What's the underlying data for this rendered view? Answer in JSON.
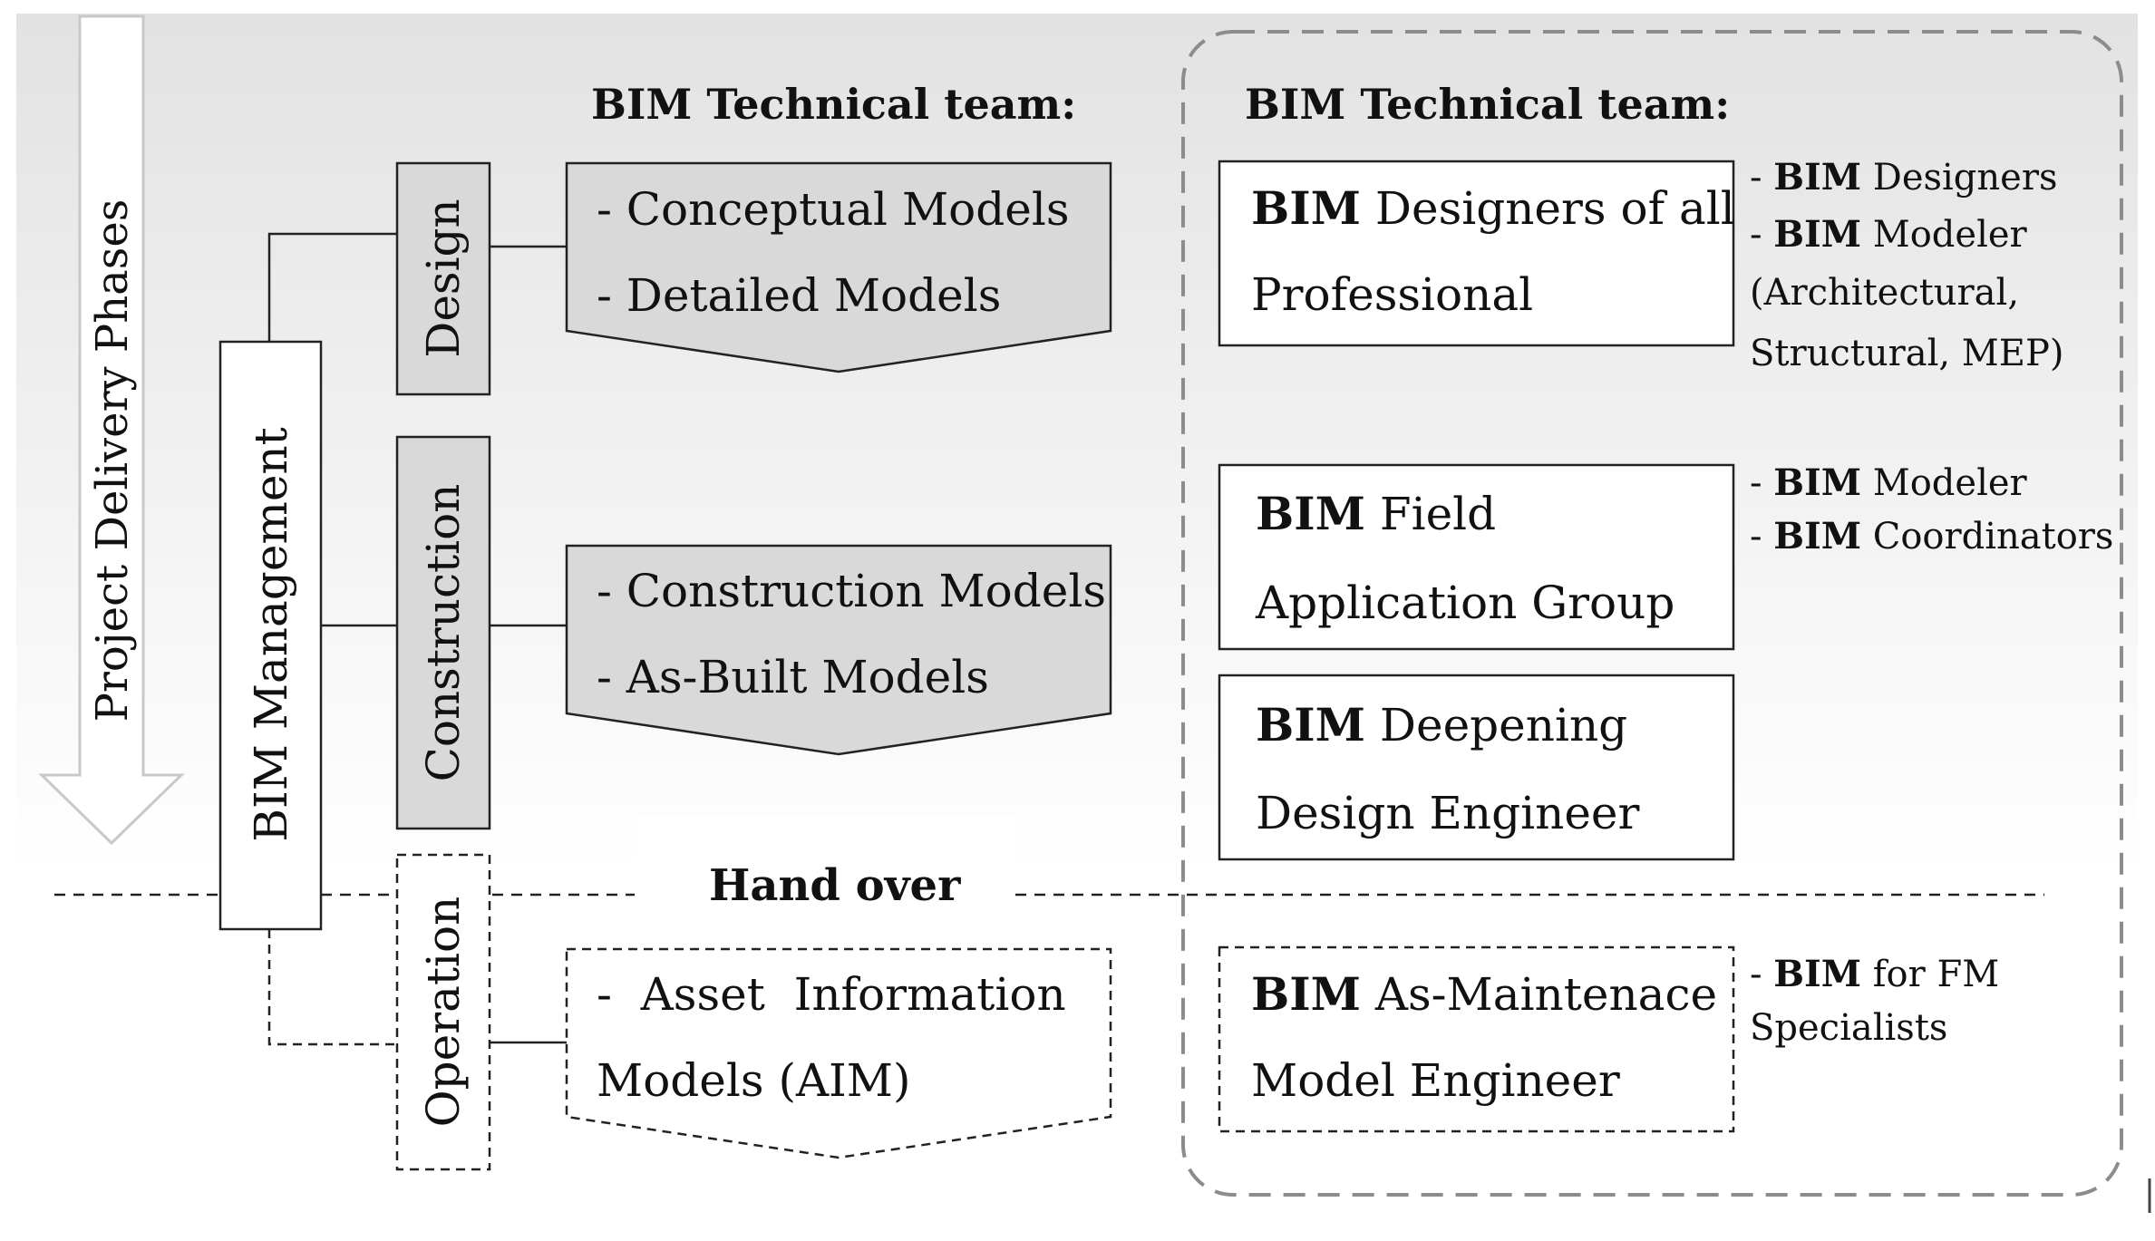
{
  "phases_label": "Project Delivery Phases",
  "management_label": "BIM Management",
  "phases": {
    "design": "Design",
    "construction": "Construction",
    "operation": "Operation"
  },
  "left_header": "BIM Technical team:",
  "right_header": "BIM Technical team:",
  "models": {
    "design": [
      "- Conceptual Models",
      "- Detailed Models"
    ],
    "construction": [
      "- Construction Models",
      "- As-Built Models"
    ],
    "operation": [
      "-  Asset  Information",
      "Models (AIM)"
    ]
  },
  "handover": "Hand over",
  "teams": [
    {
      "bold": "BIM",
      "rest": " Designers of all",
      "line2": "Professional"
    },
    {
      "bold": "BIM",
      "rest": " Field",
      "line2": "Application Group"
    },
    {
      "bold": "BIM",
      "rest": " Deepening",
      "line2": "Design Engineer"
    },
    {
      "bold": "BIM",
      "rest": " As-Maintenace",
      "line2": "Model Engineer"
    }
  ],
  "roles": {
    "group1": [
      {
        "prefix": "- ",
        "bold": "BIM",
        "rest": " Designers"
      },
      {
        "prefix": "- ",
        "bold": "BIM",
        "rest": " Modeler"
      },
      {
        "prefix": "",
        "bold": "",
        "rest": "(Architectural,"
      },
      {
        "prefix": "",
        "bold": "",
        "rest": "Structural, MEP)"
      }
    ],
    "group2": [
      {
        "prefix": "- ",
        "bold": "BIM",
        "rest": " Modeler"
      },
      {
        "prefix": "- ",
        "bold": "BIM",
        "rest": " Coordinators"
      }
    ],
    "group3": [
      {
        "prefix": "- ",
        "bold": "BIM",
        "rest": " for FM"
      },
      {
        "prefix": "",
        "bold": "",
        "rest": "Specialists"
      }
    ]
  },
  "colors": {
    "box_fill": "#d9d9d9",
    "line": "#222222",
    "dash_border": "#8c8c8c",
    "gradient_top": "#e2e2e2",
    "gradient_bottom": "#ffffff"
  }
}
